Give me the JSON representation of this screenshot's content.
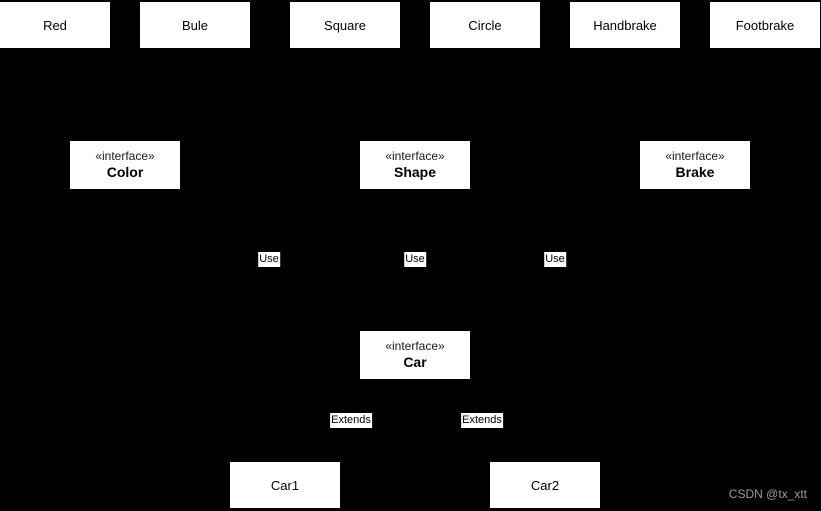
{
  "diagram": {
    "type": "uml-class-diagram",
    "colors": {
      "background": "#000000",
      "node_fill": "#ffffff",
      "node_text": "#000000",
      "watermark_text": "#9c9c9c"
    },
    "class_boxes": [
      {
        "label": "Red"
      },
      {
        "label": "Bule"
      },
      {
        "label": "Square"
      },
      {
        "label": "Circle"
      },
      {
        "label": "Handbrake"
      },
      {
        "label": "Footbrake"
      }
    ],
    "interfaces": [
      {
        "stereotype": "«interface»",
        "name": "Color"
      },
      {
        "stereotype": "«interface»",
        "name": "Shape"
      },
      {
        "stereotype": "«interface»",
        "name": "Brake"
      },
      {
        "stereotype": "«interface»",
        "name": "Car"
      }
    ],
    "edge_labels": [
      {
        "text": "Use"
      },
      {
        "text": "Use"
      },
      {
        "text": "Use"
      },
      {
        "text": "Extends"
      },
      {
        "text": "Extends"
      }
    ],
    "bottom_boxes": [
      {
        "label": "Car1"
      },
      {
        "label": "Car2"
      }
    ],
    "watermark": "CSDN @tx_xtt"
  }
}
